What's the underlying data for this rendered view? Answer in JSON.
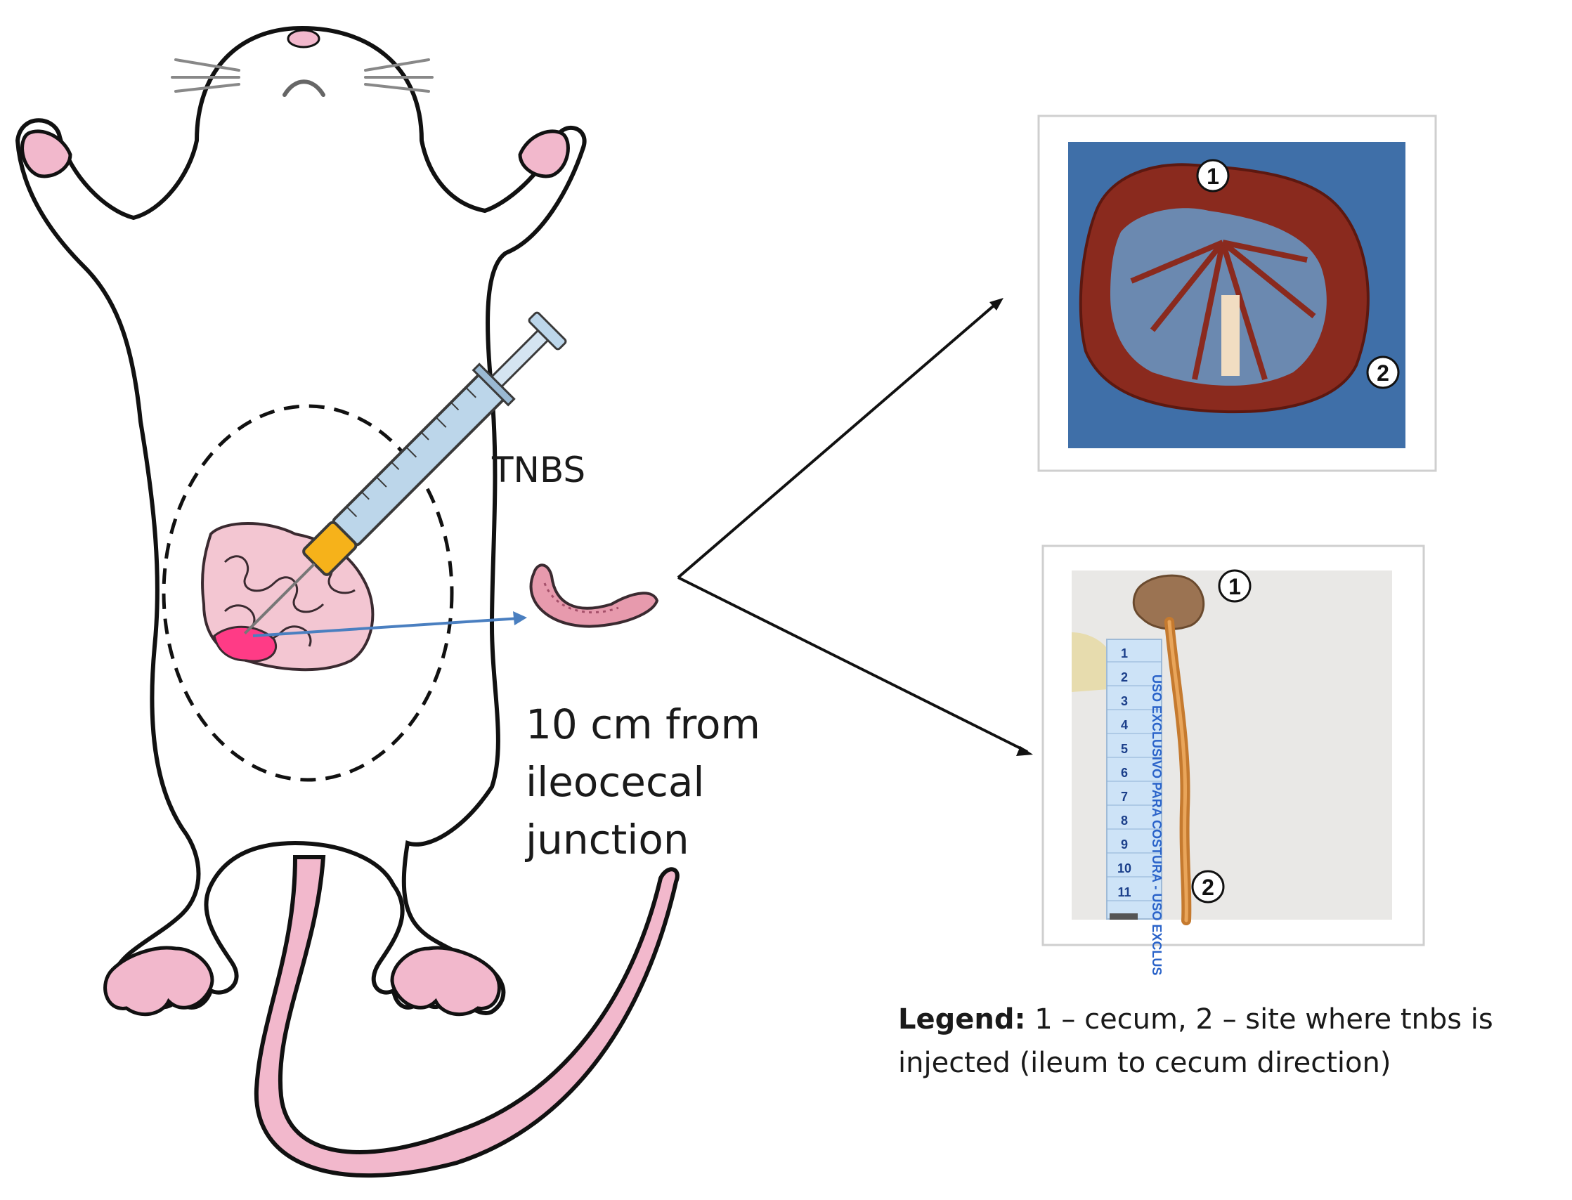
{
  "labels": {
    "tnbs": "TNBS",
    "distance_lines": [
      "10 cm from",
      "ileocecal",
      "junction"
    ]
  },
  "photo_markers": {
    "top": [
      "1",
      "2"
    ],
    "bottom": [
      "1",
      "2"
    ]
  },
  "ruler_numbers": [
    "1",
    "2",
    "3",
    "4",
    "5",
    "6",
    "7",
    "8",
    "9",
    "10",
    "11"
  ],
  "ruler_text": "USO EXCLUSIVO PARA COSTURA - USO EXCLUS",
  "legend": {
    "title": "Legend:",
    "text_line1": "1 – cecum, 2 – site where tnbs is",
    "text_line2": "injected (ileum to cecum direction)"
  },
  "colors": {
    "outline": "#111111",
    "pink_skin": "#f2b8cc",
    "intestine": "#f3c6d2",
    "highlight_intestine": "#ff3b86",
    "syringe": "#bcd6ea",
    "syringe_hub": "#f6b21a",
    "arrow_blue": "#4a7fc0",
    "cloth_blue": "#3f6fa8",
    "tissue_red": "#8a2a1e",
    "ruler_blue": "#2a63c9"
  }
}
